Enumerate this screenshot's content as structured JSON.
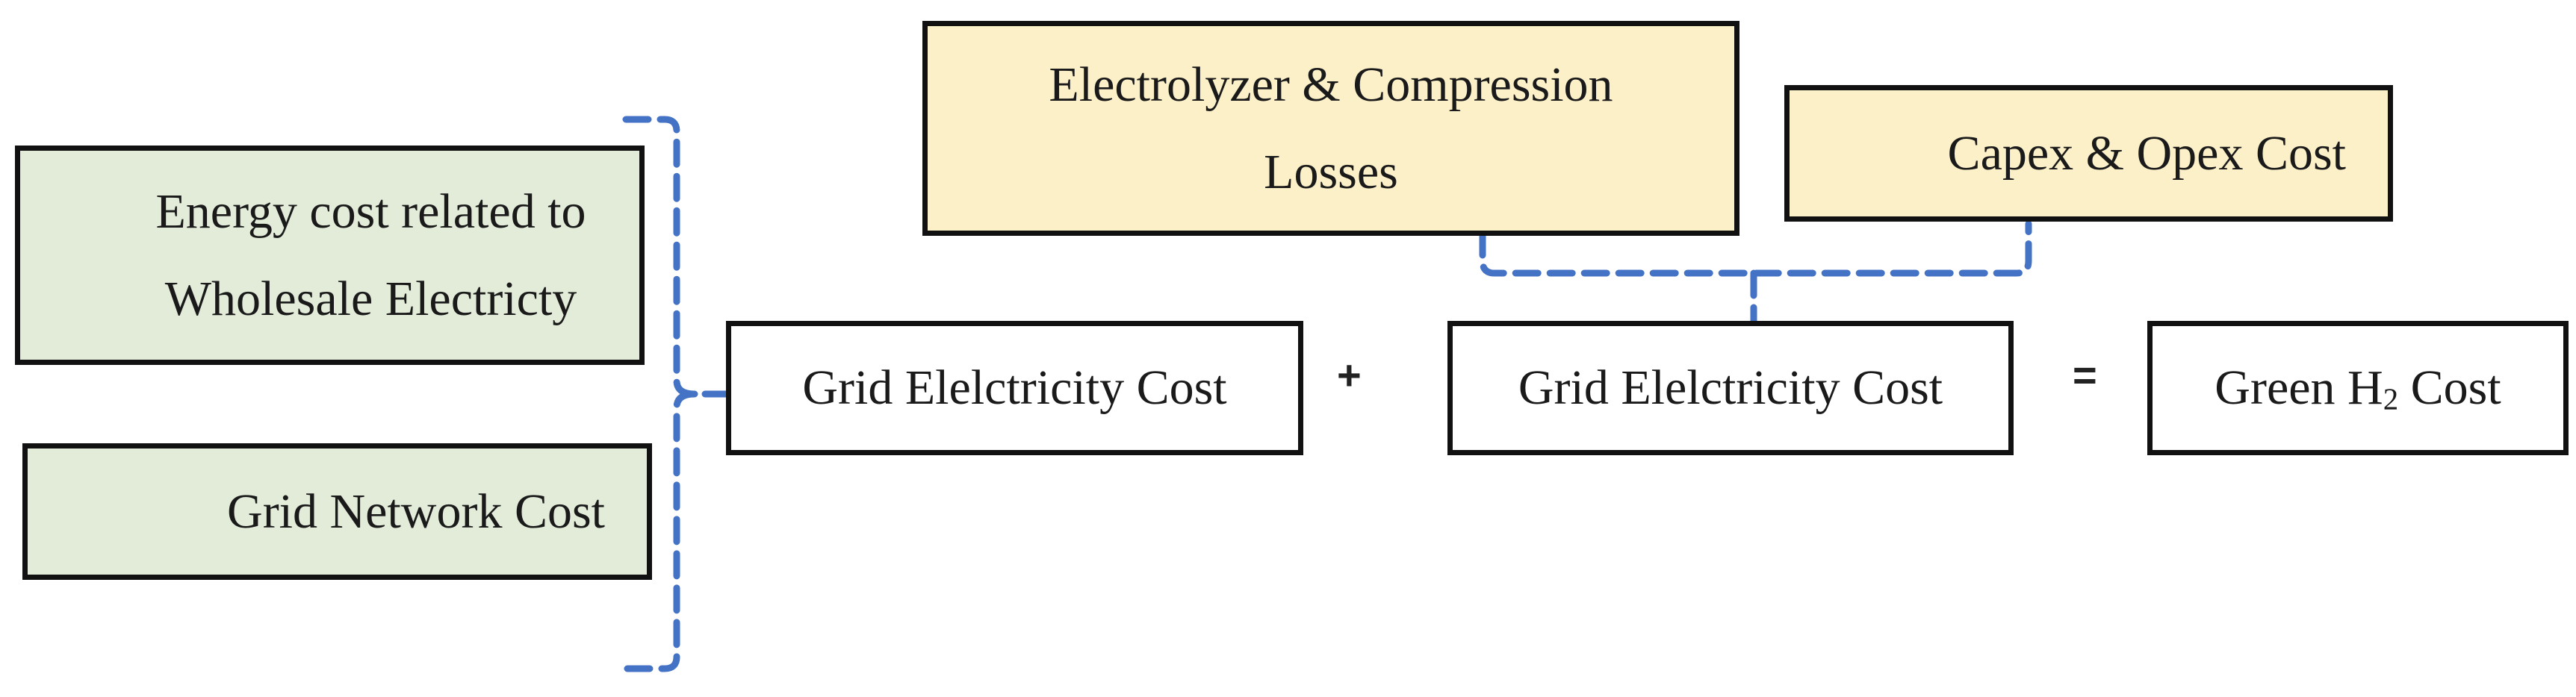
{
  "colors": {
    "green_fill": "#e2ecd9",
    "yellow_fill": "#fcf0c9",
    "box_border": "#111111",
    "connector": "#4472c4"
  },
  "left_group": {
    "energy_cost": {
      "line1": "Energy cost related to",
      "line2": "Wholesale Electricty"
    },
    "grid_network_cost": "Grid Network Cost"
  },
  "top_group": {
    "electrolyzer": {
      "line1": "Electrolyzer & Compression",
      "line2": "Losses"
    },
    "capex_opex": "Capex & Opex Cost"
  },
  "equation": {
    "term1": "Grid Elelctricity Cost",
    "plus": "+",
    "term2": "Grid Elelctricity Cost",
    "equals": "=",
    "result": {
      "prefix": "Green H",
      "subscript": "2",
      "suffix": " Cost"
    }
  }
}
